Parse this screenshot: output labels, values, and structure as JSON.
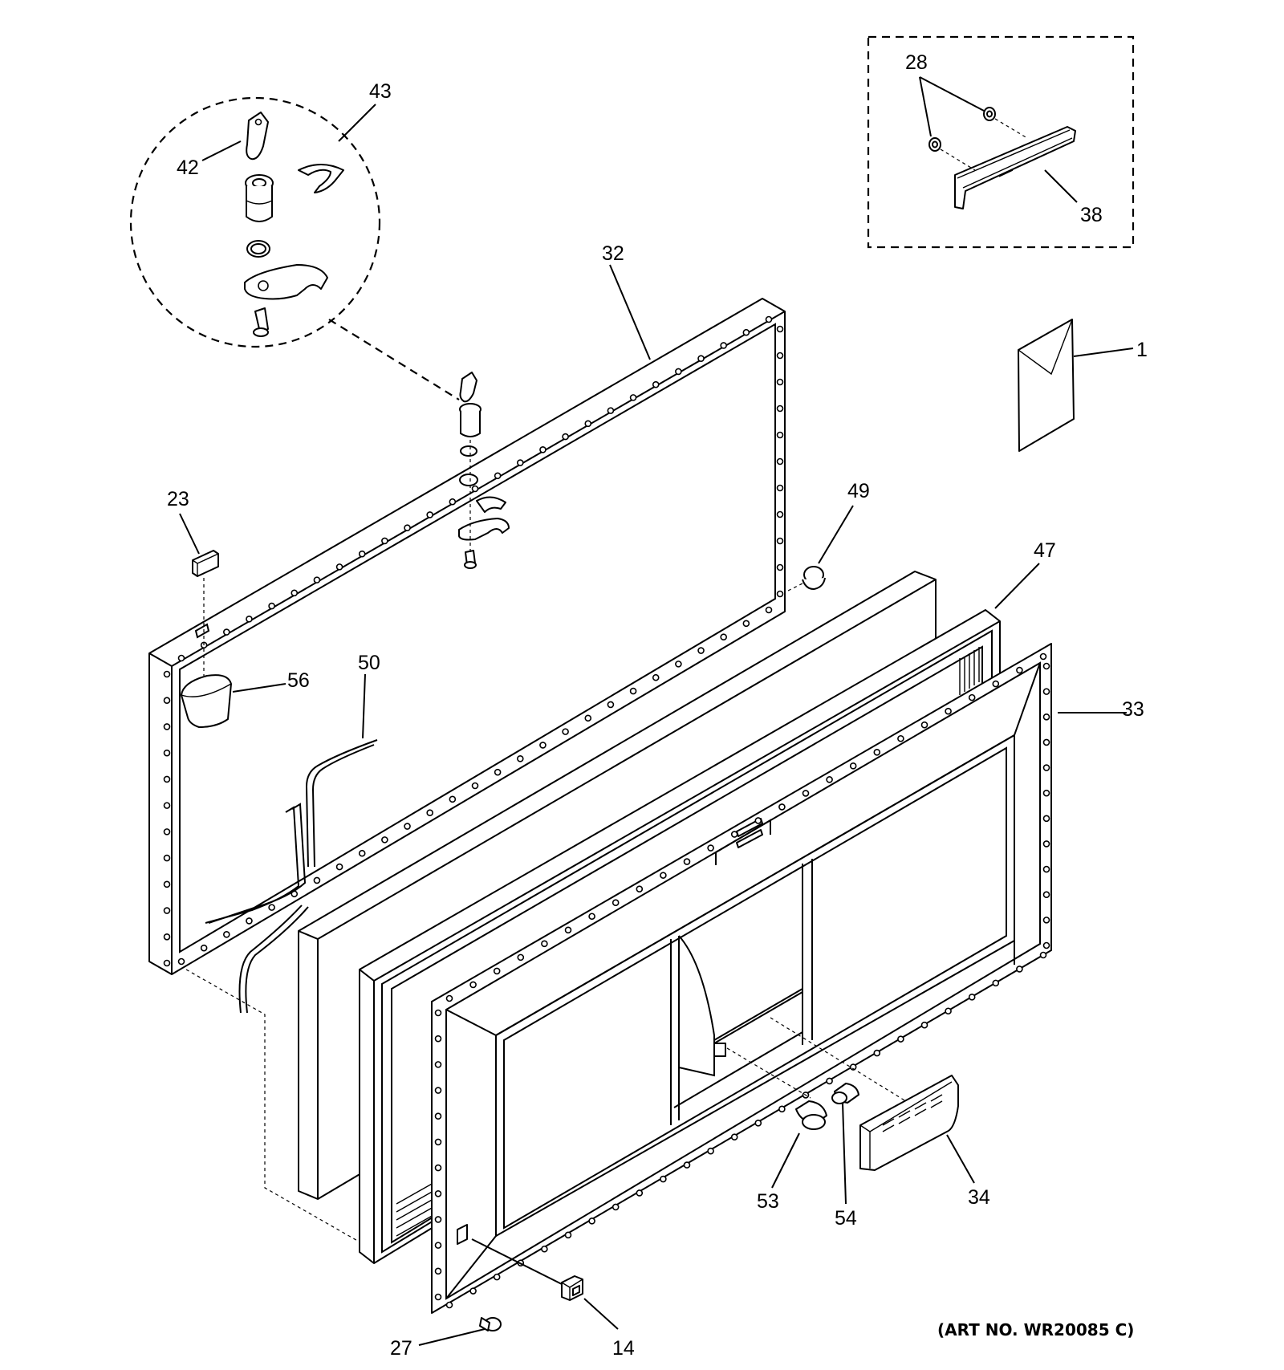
{
  "diagram": {
    "art_number": "(ART NO. WR20085 C)",
    "callouts": [
      {
        "id": "1",
        "label": "1"
      },
      {
        "id": "14",
        "label": "14"
      },
      {
        "id": "23",
        "label": "23"
      },
      {
        "id": "27",
        "label": "27"
      },
      {
        "id": "28",
        "label": "28"
      },
      {
        "id": "32",
        "label": "32"
      },
      {
        "id": "33",
        "label": "33"
      },
      {
        "id": "34",
        "label": "34"
      },
      {
        "id": "38",
        "label": "38"
      },
      {
        "id": "42",
        "label": "42"
      },
      {
        "id": "43",
        "label": "43"
      },
      {
        "id": "47",
        "label": "47"
      },
      {
        "id": "49",
        "label": "49"
      },
      {
        "id": "50",
        "label": "50"
      },
      {
        "id": "53",
        "label": "53"
      },
      {
        "id": "54",
        "label": "54"
      },
      {
        "id": "56",
        "label": "56"
      }
    ]
  }
}
